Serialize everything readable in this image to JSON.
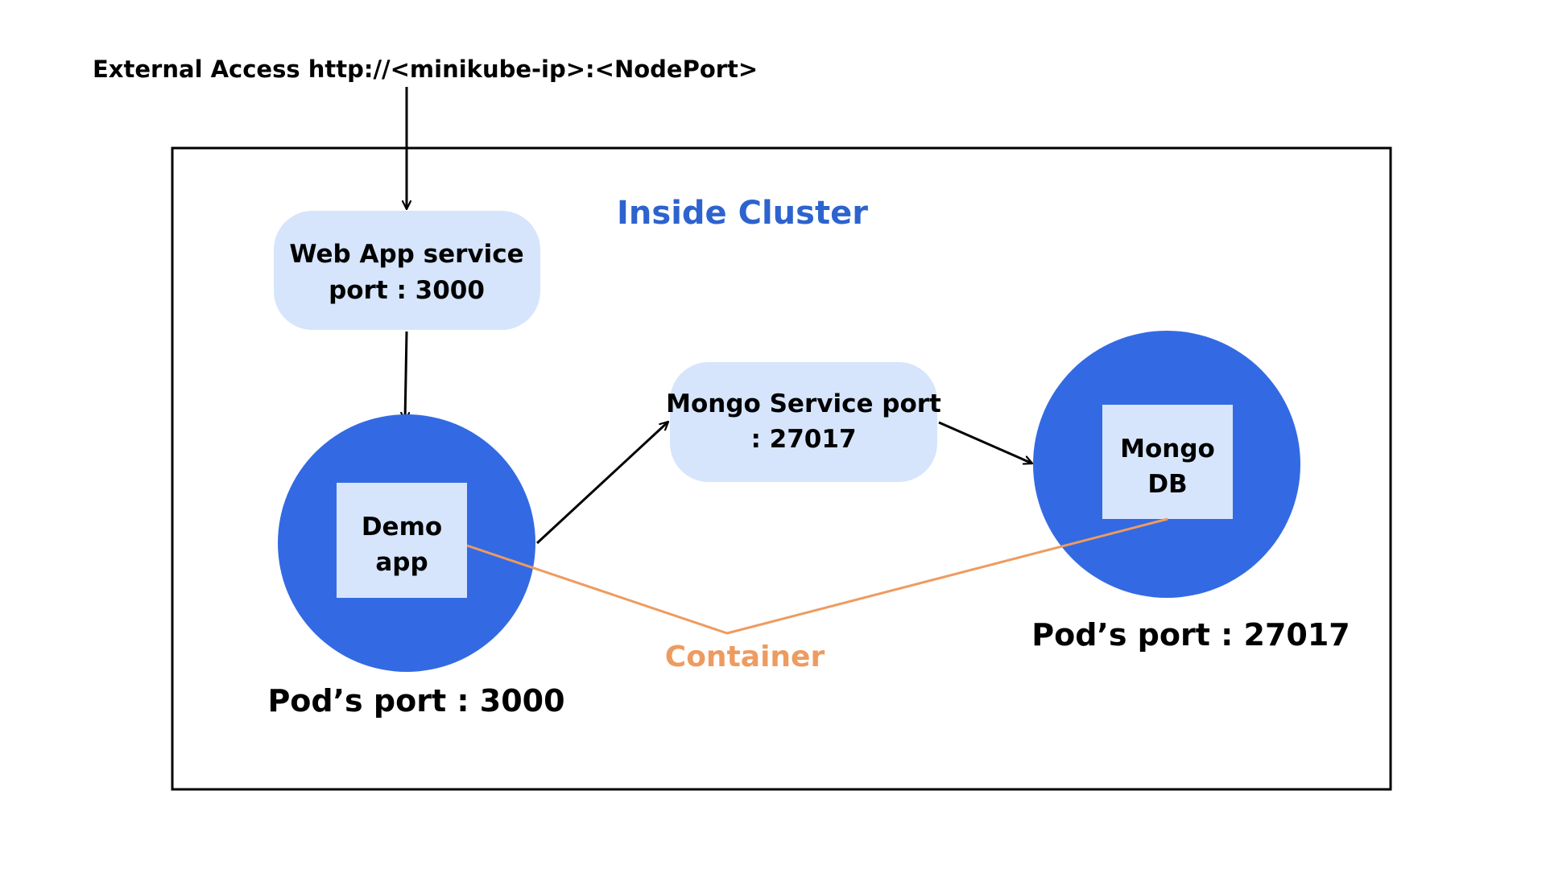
{
  "external_access": "External Access http://<minikube-ip>:<NodePort>",
  "cluster_title": "Inside Cluster",
  "web_service": {
    "line1": "Web App service",
    "line2": "port : 3000"
  },
  "mongo_service": {
    "line1": "Mongo Service port",
    "line2": ": 27017"
  },
  "demo_pod": {
    "container_line1": "Demo",
    "container_line2": "app",
    "port_label": "Pod’s  port : 3000"
  },
  "mongo_pod": {
    "container_line1": "Mongo",
    "container_line2": "DB",
    "port_label": "Pod’s  port : 27017"
  },
  "container_label": "Container",
  "colors": {
    "pod_blue": "#336AE3",
    "service_fill": "#D6E5FB",
    "container_fill": "#D6E5FB",
    "title_blue": "#2D63CE",
    "container_line": "#EE9B60",
    "stroke": "#000000"
  }
}
